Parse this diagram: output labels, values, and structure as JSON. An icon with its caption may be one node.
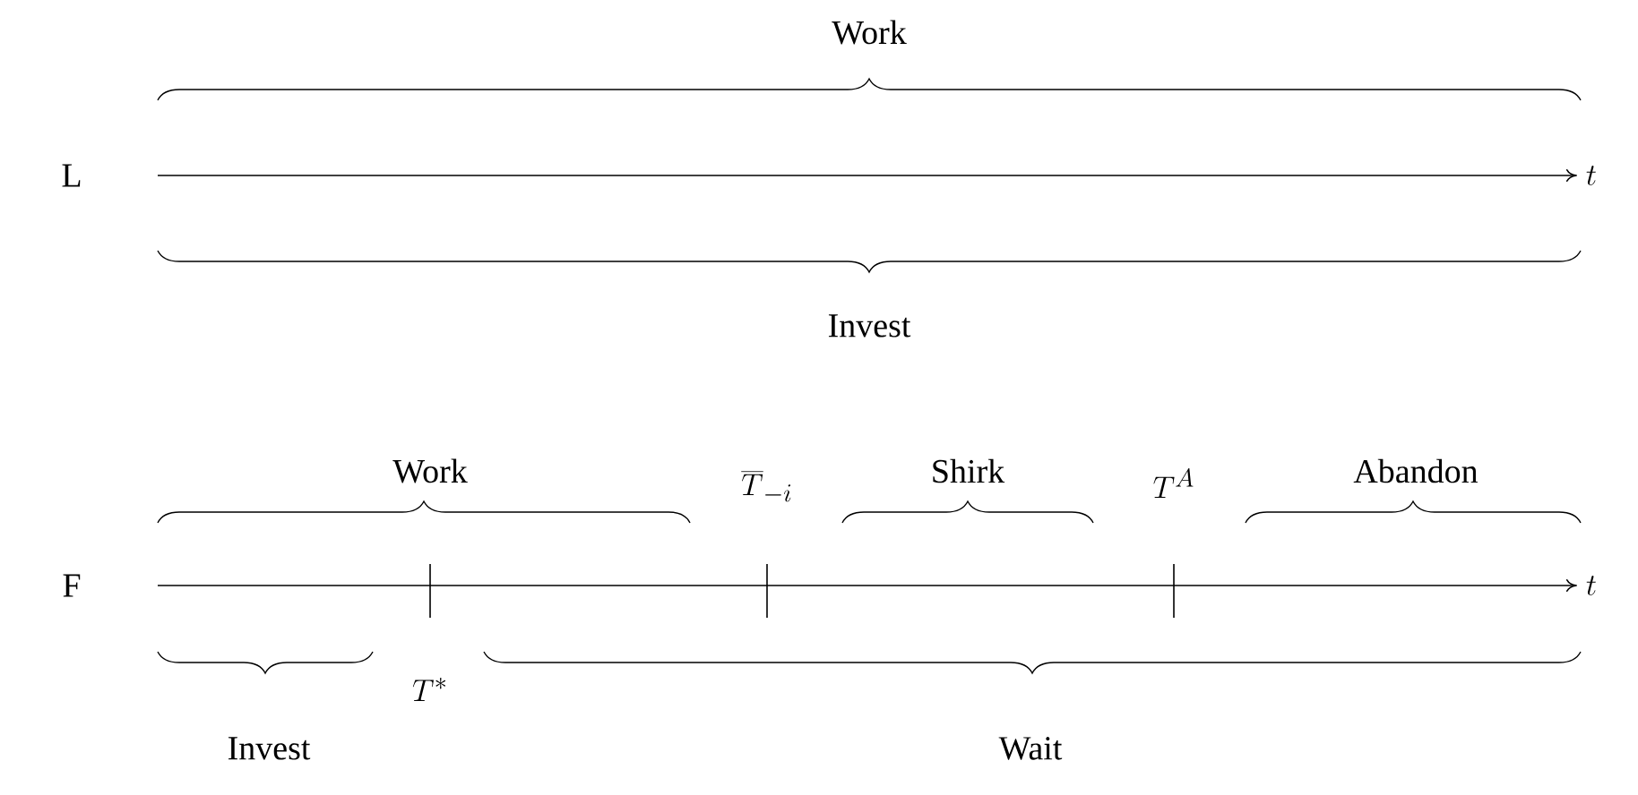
{
  "diagram": {
    "labels": [
      "Work",
      "L",
      "t",
      "Invest",
      "Work",
      "Shirk",
      "Abandon",
      "\\overline{T}_{-i}",
      "T^A",
      "F",
      "t",
      "T^*",
      "Invest",
      "Wait"
    ]
  }
}
